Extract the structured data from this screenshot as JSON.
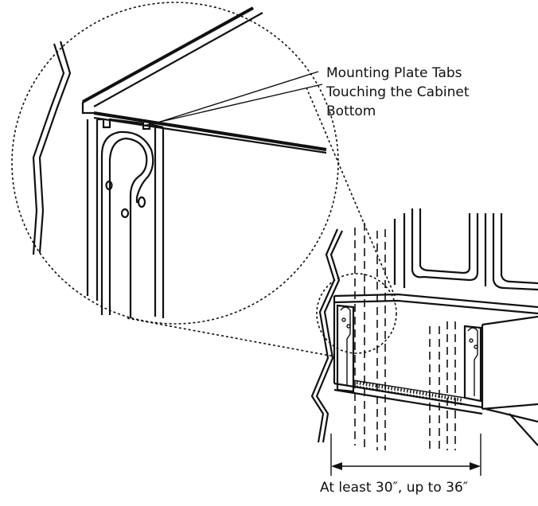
{
  "callout": {
    "line1": "Mounting Plate Tabs",
    "line2": "Touching the Cabinet",
    "line3": "Bottom"
  },
  "dimension": {
    "label": "At least 30″, up to 36″"
  },
  "colors": {
    "ink": "#111111",
    "background": "#ffffff"
  }
}
